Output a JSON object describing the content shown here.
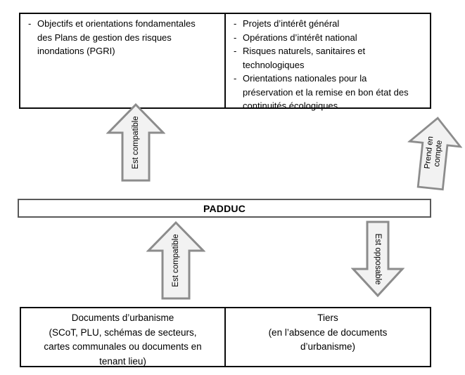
{
  "bullet_char": "-",
  "boxes": {
    "top_left": {
      "items": [
        "Objectifs et orientations fondamentales des Plans de gestion des risques inondations (PGRI)"
      ]
    },
    "top_right": {
      "items": [
        "Projets d’intérêt général",
        "Opérations d’intérêt national",
        "Risques naturels, sanitaires et technologiques",
        "Orientations nationales pour la préservation et la remise en bon état des continuités écologiques"
      ]
    },
    "center": {
      "label": "PADDUC"
    },
    "bottom_left": {
      "title": "Documents d’urbanisme",
      "subtitle": "(SCoT, PLU, schémas de secteurs, cartes communales ou documents en tenant lieu)"
    },
    "bottom_right": {
      "title": "Tiers",
      "subtitle": "(en l’absence de documents d’urbanisme)"
    }
  },
  "arrows": {
    "upper_left": {
      "label": "Est compatible",
      "direction": "up"
    },
    "upper_right": {
      "label": "Prend en compte",
      "direction": "up"
    },
    "lower_left": {
      "label": "Est compatible",
      "direction": "up"
    },
    "lower_right": {
      "label": "Est opposable",
      "direction": "down"
    }
  },
  "colors": {
    "background": "#ffffff",
    "box_border": "#0a0a0a",
    "padduc_border": "#595959",
    "arrow_fill": "#f2f2f2",
    "arrow_stroke": "#8c8c8c",
    "text": "#000000"
  }
}
